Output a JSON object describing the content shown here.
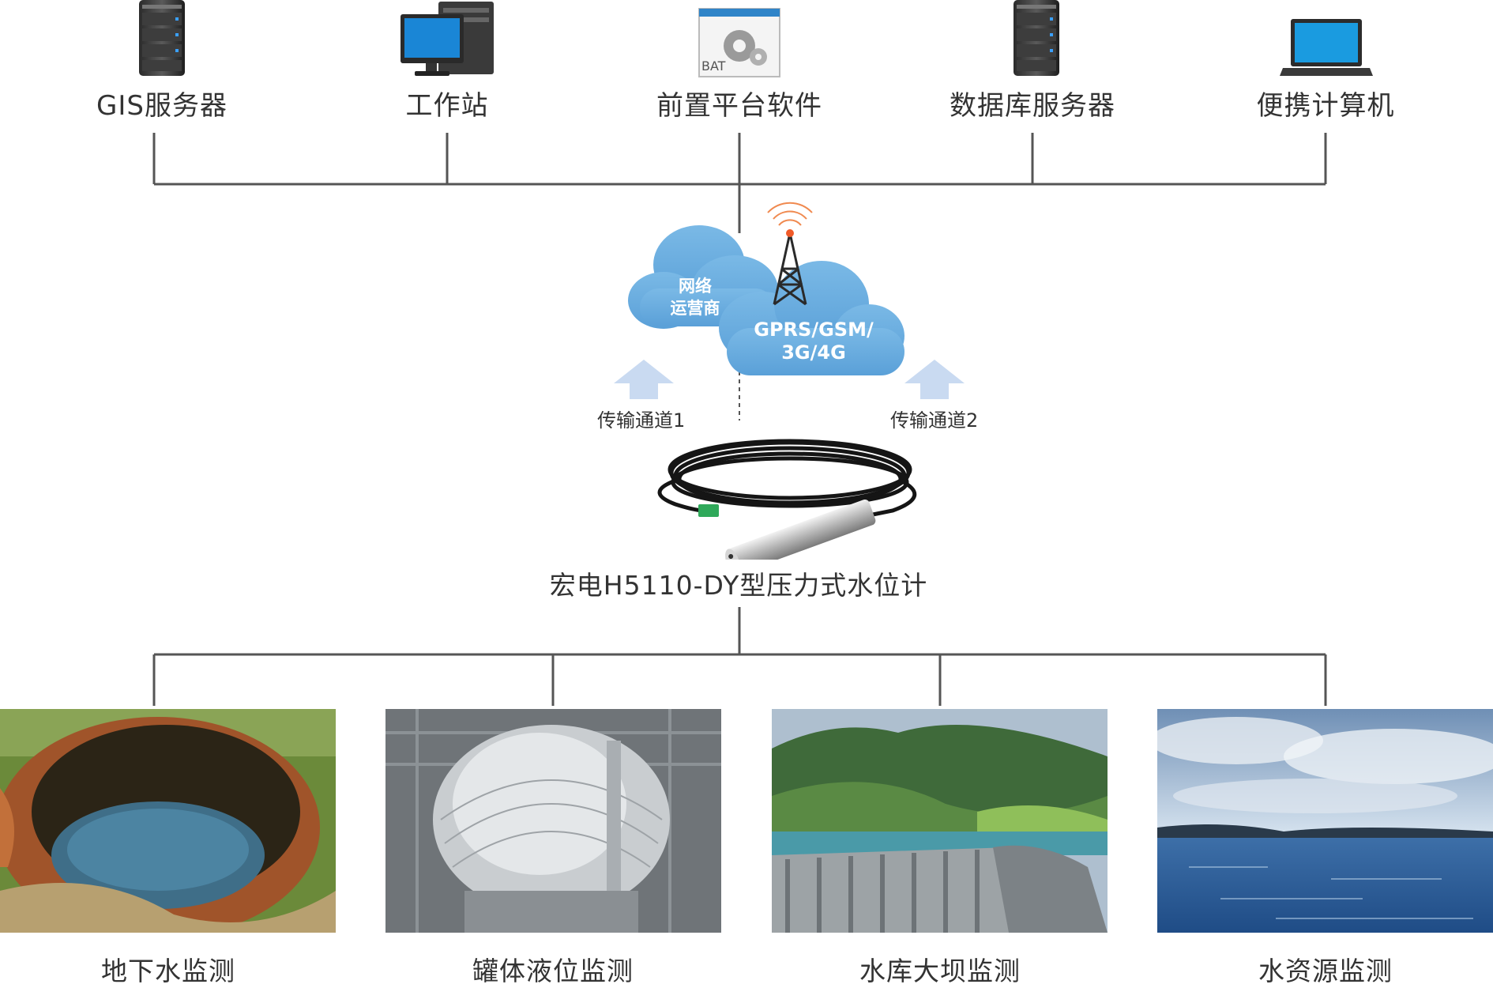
{
  "top_nodes": [
    {
      "label": "GIS服务器",
      "icon": "server-icon"
    },
    {
      "label": "工作站",
      "icon": "workstation-icon"
    },
    {
      "label": "前置平台软件",
      "icon": "bat-software-icon",
      "icon_text": "BAT"
    },
    {
      "label": "数据库服务器",
      "icon": "server-icon"
    },
    {
      "label": "便携计算机",
      "icon": "laptop-icon"
    }
  ],
  "network": {
    "cloud_left_line1": "网络",
    "cloud_left_line2": "运营商",
    "cloud_right_line1": "GPRS/GSM/",
    "cloud_right_line2": "3G/4G",
    "channel1": "传输通道1",
    "channel2": "传输通道2"
  },
  "device": {
    "label": "宏电H5110-DY型压力式水位计"
  },
  "bottom_nodes": [
    {
      "label": "地下水监测",
      "image": "groundwater-sinkhole-photo"
    },
    {
      "label": "罐体液位监测",
      "image": "industrial-tank-photo"
    },
    {
      "label": "水库大坝监测",
      "image": "reservoir-dam-photo"
    },
    {
      "label": "水资源监测",
      "image": "lake-sky-photo"
    }
  ],
  "colors": {
    "line": "#555555",
    "cloud": "#6aaedf",
    "arrow": "#c9daf1",
    "text": "#333333"
  }
}
